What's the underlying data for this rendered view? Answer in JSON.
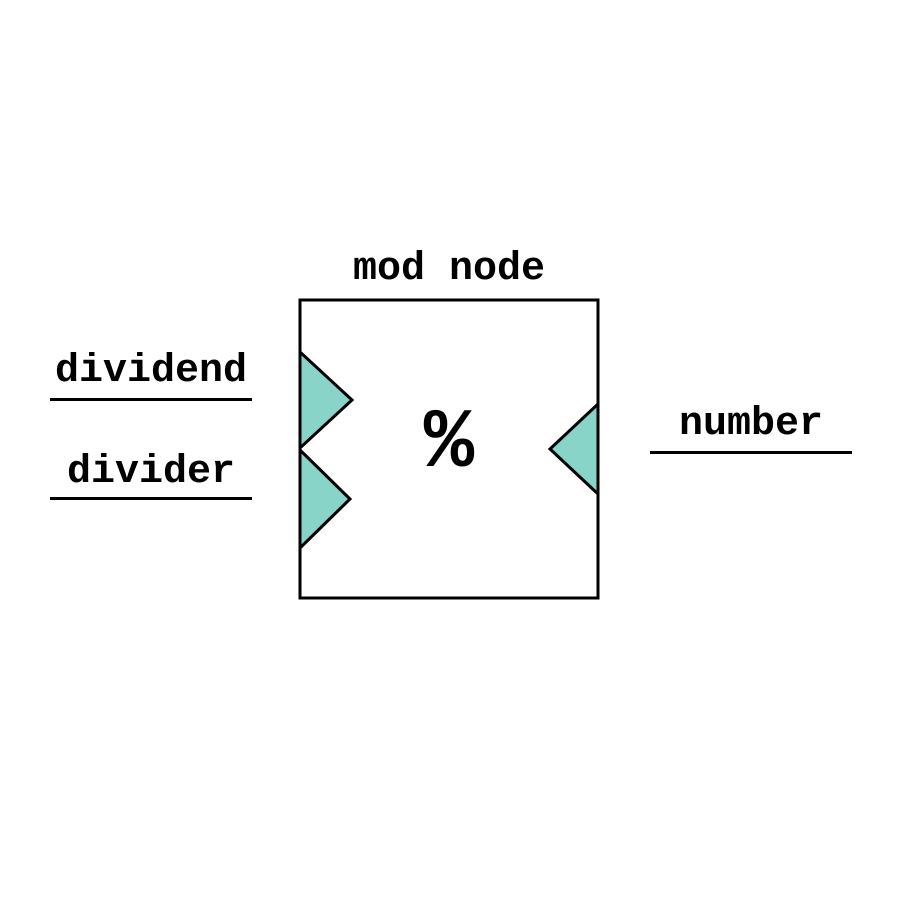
{
  "node": {
    "title": "mod node",
    "operator": "%",
    "inputs": [
      {
        "label": "dividend"
      },
      {
        "label": "divider"
      }
    ],
    "outputs": [
      {
        "label": "number"
      }
    ]
  },
  "colors": {
    "port_fill": "#89d4c8",
    "line": "#000000",
    "node_fill": "#ffffff",
    "background": "#ffffff"
  }
}
